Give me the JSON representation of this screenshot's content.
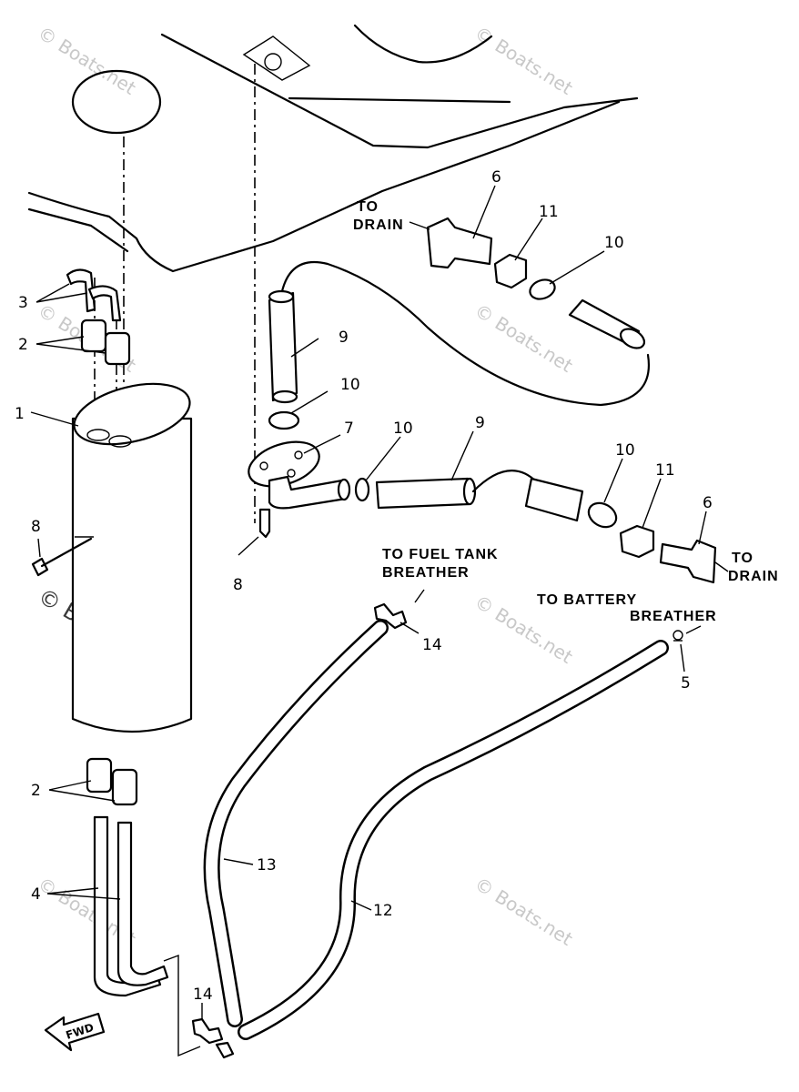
{
  "diagram": {
    "captions": {
      "to_drain_top": [
        "TO",
        "DRAIN"
      ],
      "to_fuel_tank_breather": [
        "TO FUEL TANK",
        "BREATHER"
      ],
      "to_battery_breather": [
        "TO BATTERY",
        "BREATHER"
      ],
      "to_drain_right": [
        "TO",
        "DRAIN"
      ],
      "fwd": "FWD"
    },
    "callouts": {
      "c1": "1",
      "c2_upper": "2",
      "c2_lower": "2",
      "c3": "3",
      "c4": "4",
      "c5": "5",
      "c6_top": "6",
      "c6_right": "6",
      "c7": "7",
      "c8_left": "8",
      "c8_mid": "8",
      "c9_top": "9",
      "c9_right": "9",
      "c10_top_right": "10",
      "c10_mid": "10",
      "c10_lower": "10",
      "c10_right": "10",
      "c11_top": "11",
      "c11_right": "11",
      "c12": "12",
      "c13": "13",
      "c14_upper": "14",
      "c14_lower": "14"
    },
    "watermark": "© Boats.net"
  }
}
